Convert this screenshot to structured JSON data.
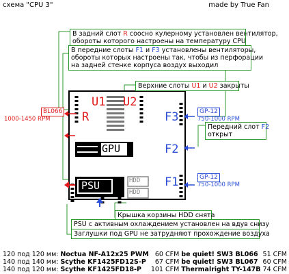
{
  "header": {
    "left": "схема \"CPU 3\"",
    "right": "made by True Fan"
  },
  "callouts": {
    "rear_prefix": "В задний слот ",
    "rear_slot": "R",
    "rear_suffix": " соосно кулерному установлен вентилятор,",
    "rear_line2": "обороты которого настроены на температуру CPU",
    "front_prefix": "В передние слоты ",
    "front_slot1": "F1",
    "front_and": " и ",
    "front_slot3": "F3",
    "front_suffix": " установлены вентиляторы,",
    "front_line2": "обороты которых настроены так, чтобы из перфорации",
    "front_line3": "на задней стенке корпуса воздух выходил",
    "top_prefix": "Верхние слоты ",
    "top_u1": "U1",
    "top_and": " и ",
    "top_u2": "U2",
    "top_suffix": " закрыты",
    "f2_prefix": "Передний слот ",
    "f2_slot": "F2",
    "f2_line2": "открыт",
    "hdd_cover": "Крышка корзины HDD снята",
    "psu": "PSU с активным охлаждением установлен на вдув снизу",
    "gpu_plugs": "Заглушки под GPU не затрудняют прохождение воздуха"
  },
  "case_labels": {
    "u1": "U1",
    "u2": "U2",
    "r": "R",
    "f1": "F1",
    "f2": "F2",
    "f3": "F3",
    "gpu": "GPU",
    "psu": "PSU",
    "hdd": "HDD"
  },
  "fans": {
    "rear_model": "BL066",
    "rear_rpm": "1000-1450 RPM",
    "f3_model": "GP-12",
    "f3_rpm": "750-1000 RPM",
    "f1_model": "GP-12",
    "f1_rpm": "750-1000 RPM"
  },
  "table": [
    {
      "size": "120 под 120 мм:",
      "fan": "Noctua NF-A12x25 PWM",
      "cfm1": "60 CFM",
      "alt": "be quiet! SW3 BL066",
      "cfm2": "51 CFM"
    },
    {
      "size": "140 под 140 мм:",
      "fan": "Scythe KF1425FD12S-P",
      "cfm1": "67 CFM",
      "alt": "be quiet! SW3 BL067",
      "cfm2": "60 CFM"
    },
    {
      "size": "140 под 120 мм:",
      "fan": "Scythe KF1425FD18-P",
      "cfm1": "101 CFM",
      "alt": "Thermalright TY-147B",
      "cfm2": "74 CFM"
    }
  ],
  "colors": {
    "red": "#e01b1b",
    "blue": "#2a4ed6",
    "green": "#2c9a2c",
    "black": "#000000"
  }
}
